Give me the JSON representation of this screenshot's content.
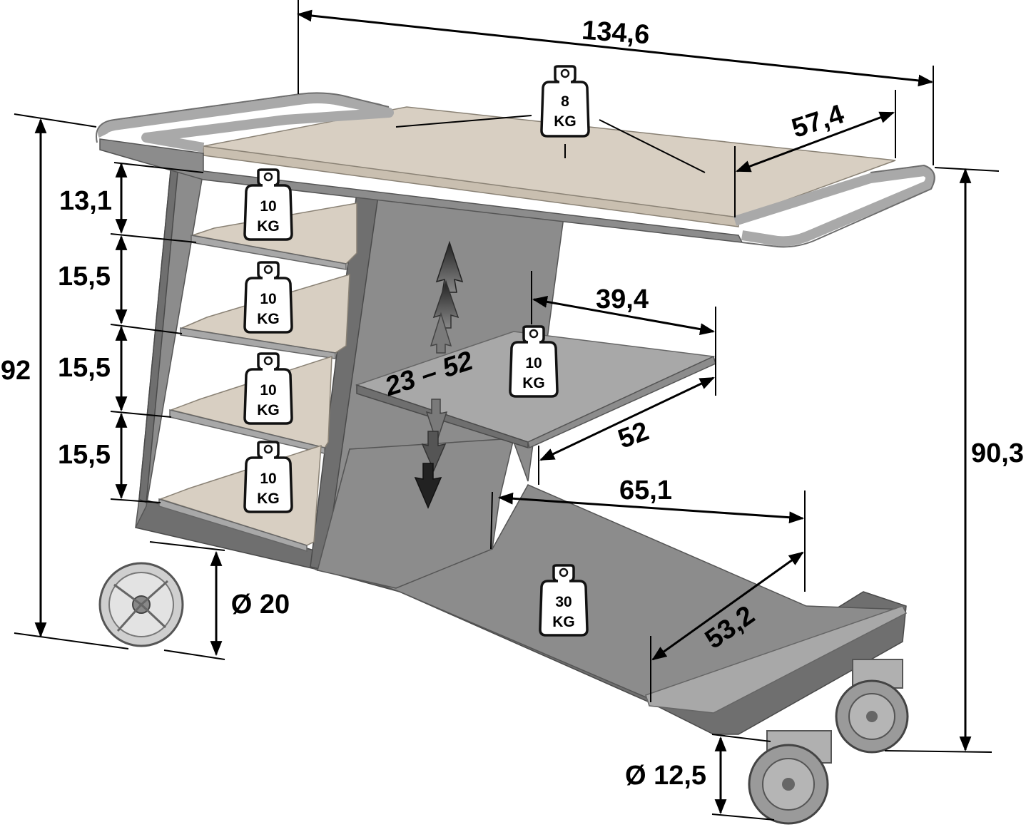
{
  "dimensions": {
    "overall_width": "134,6",
    "top_depth": "57,4",
    "height_left": "92",
    "height_right": "90,3",
    "shelf_gap_1": "13,1",
    "shelf_gap_2": "15,5",
    "shelf_gap_3": "15,5",
    "shelf_gap_4": "15,5",
    "mid_shelf_width": "39,4",
    "mid_shelf_depth": "52",
    "adjust_range": "23 – 52",
    "bottom_width": "65,1",
    "bottom_depth": "53,2",
    "big_wheel": "Ø 20",
    "castor": "Ø 12,5"
  },
  "loads": {
    "top": {
      "value": "8",
      "unit": "KG"
    },
    "shelf_1": {
      "value": "10",
      "unit": "KG"
    },
    "shelf_2": {
      "value": "10",
      "unit": "KG"
    },
    "shelf_3": {
      "value": "10",
      "unit": "KG"
    },
    "shelf_4": {
      "value": "10",
      "unit": "KG"
    },
    "mid_shelf": {
      "value": "10",
      "unit": "KG"
    },
    "bottom": {
      "value": "30",
      "unit": "KG"
    }
  },
  "colors": {
    "frame": "#8c8c8c",
    "wood": "#d8cfc2",
    "lines": "#000000"
  }
}
